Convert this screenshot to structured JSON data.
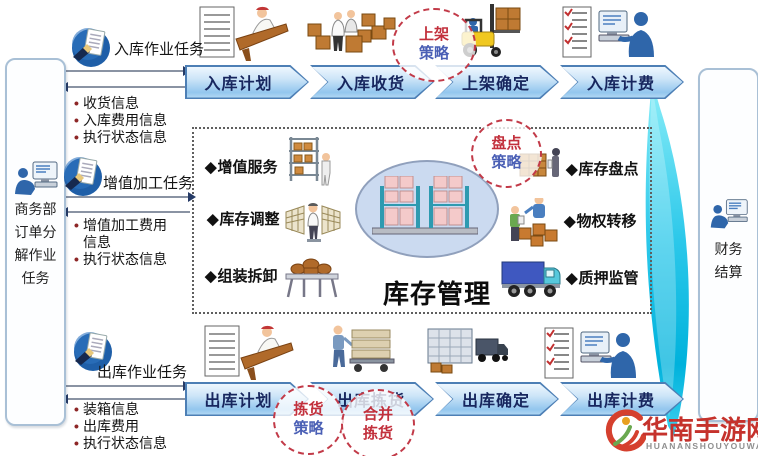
{
  "glyphs": {
    "dot": "•",
    "diamond": "◆"
  },
  "left_panel": {
    "title": "商务部订单分解作业任务"
  },
  "right_panel": {
    "title": "财务结算"
  },
  "inbound": {
    "task_label": "入库作业任务",
    "steps": [
      "入库计划",
      "入库收货",
      "上架确定",
      "入库计费"
    ],
    "feedback": [
      "收货信息",
      "入库费用信息",
      "执行状态信息"
    ],
    "strategy": {
      "line1": "上架",
      "line2": "策略"
    }
  },
  "value_added": {
    "task_label": "增值加工任务",
    "feedback": [
      "增值加工费用信息",
      "执行状态信息"
    ]
  },
  "outbound": {
    "task_label": "出库作业任务",
    "steps": [
      "出库计划",
      "出库拣货",
      "出库确定",
      "出库计费"
    ],
    "feedback": [
      "装箱信息",
      "出库费用",
      "执行状态信息"
    ],
    "picking_strategy": {
      "line1": "拣货",
      "line2": "策略"
    },
    "merge_picking": {
      "line1": "合并",
      "line2": "拣货"
    }
  },
  "inventory": {
    "title": "库存管理",
    "strategy": {
      "line1": "盘点",
      "line2": "策略"
    },
    "left_items": [
      "增值服务",
      "库存调整",
      "组装拆卸"
    ],
    "right_items": [
      "库存盘点",
      "物权转移",
      "质押监管"
    ]
  },
  "watermark": {
    "title": "华南手游网",
    "subtitle": "HUANANSHOUYOUWANG"
  },
  "colors": {
    "accent_red": "#c2303c",
    "accent_blue": "#4a5fb5",
    "chevron_text": "#17265e",
    "chevron_fill": "#9cc9ee",
    "beam_cyan": "#19c0e8",
    "watermark_red": "#c5322c"
  }
}
